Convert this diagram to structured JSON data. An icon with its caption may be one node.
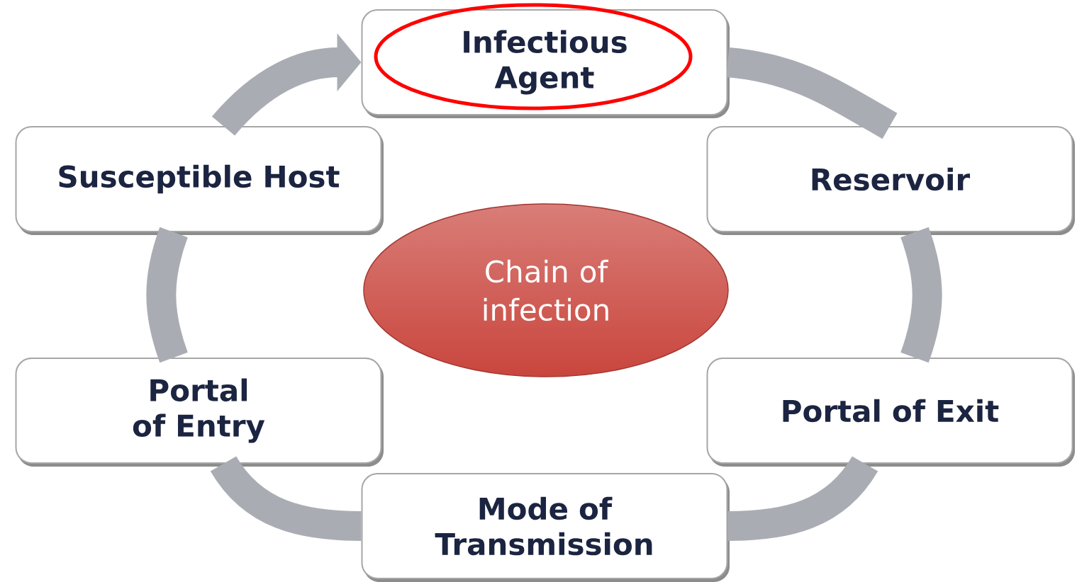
{
  "diagram": {
    "nodes": [
      {
        "text": [
          "Infectious Agent"
        ]
      },
      {
        "text": [
          "Susceptible Host"
        ]
      },
      {
        "text": [
          "Reservoir"
        ]
      },
      {
        "text": [
          "Chain of infection"
        ]
      },
      {
        "text": [
          "Portal of Entry"
        ]
      },
      {
        "text": [
          "Portal of Exit"
        ]
      },
      {
        "text": [
          "Mode of Transmission"
        ]
      }
    ],
    "edges": [
      {
        "from": 0,
        "to": 2,
        "arrow": "none"
      },
      {
        "from": 2,
        "to": 5,
        "arrow": "none"
      },
      {
        "from": 5,
        "to": 6,
        "arrow": "none"
      },
      {
        "from": 6,
        "to": 4,
        "arrow": "none"
      },
      {
        "from": 4,
        "to": 1,
        "arrow": "none"
      },
      {
        "from": 1,
        "to": 0,
        "arrow": "to"
      }
    ]
  }
}
